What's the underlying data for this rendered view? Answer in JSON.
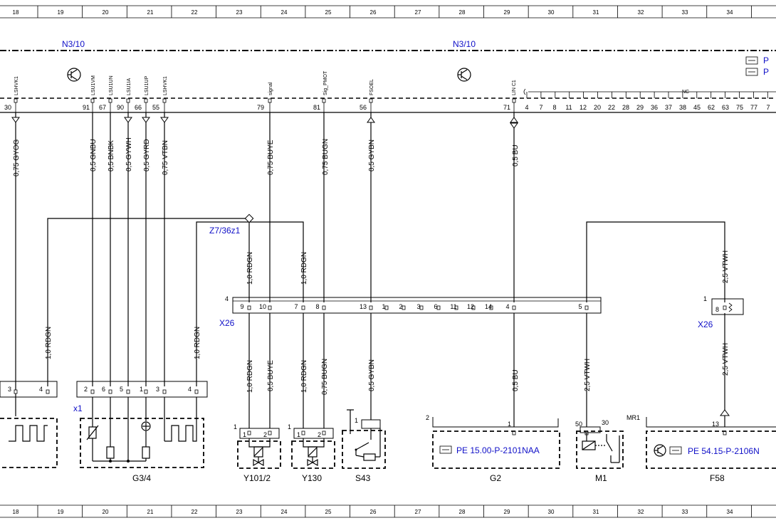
{
  "grid_columns": [
    "18",
    "19",
    "20",
    "21",
    "22",
    "23",
    "24",
    "25",
    "26",
    "27",
    "28",
    "29",
    "30",
    "31",
    "32",
    "33",
    "34"
  ],
  "ecu": {
    "left_label": "N3/10",
    "right_label": "N3/10",
    "refs": [
      "P",
      "P"
    ],
    "nc_label": "NC",
    "nc_pins": [
      "4",
      "7",
      "8",
      "11",
      "12",
      "20",
      "22",
      "28",
      "29",
      "36",
      "37",
      "38",
      "45",
      "62",
      "63",
      "75",
      "77",
      "7"
    ],
    "pins": [
      {
        "num": "30",
        "signal": "LSHVK1",
        "wire": "0,75 GYOG"
      },
      {
        "num": "91",
        "signal": "LSU1VM",
        "wire": "0,5 GNBU"
      },
      {
        "num": "67",
        "signal": "LSU1UN",
        "wire": "0,5 BNBK"
      },
      {
        "num": "90",
        "signal": "LSU1IA",
        "wire": "0,5 GYWH"
      },
      {
        "num": "66",
        "signal": "LSU1UP",
        "wire": "0,5 GYRD"
      },
      {
        "num": "55",
        "signal": "LSHVK1",
        "wire": "0,75 VTBN"
      },
      {
        "num": "79",
        "signal": "signal",
        "wire": "0,75 BUYE"
      },
      {
        "num": "81",
        "signal": "Sig_PMOT",
        "wire": "0,75 BUGN"
      },
      {
        "num": "56",
        "signal": "FSOEL",
        "wire": "0,5 GYBN"
      },
      {
        "num": "71",
        "signal": "LIN C1",
        "wire": "0,5 BU"
      }
    ]
  },
  "splice": {
    "label": "Z7/36z1",
    "wire_a": "1,0 RDGN",
    "wire_b": "1,0 RDGN"
  },
  "connector_x26_main": {
    "label": "X26",
    "corner": "4",
    "pins": [
      "9",
      "10",
      "7",
      "8",
      "13",
      "1",
      "2",
      "3",
      "6",
      "11",
      "12",
      "14",
      "4",
      "5"
    ]
  },
  "connector_x26_right": {
    "label": "X26",
    "corner": "1",
    "pin": "8",
    "wire_top": "2,5 VTWH",
    "wire_bottom": "2,5 VTWH"
  },
  "lower_wires": {
    "left_rdgn_a": "1,0 RDGN",
    "left_rdgn_b": "1,0 RDGN",
    "y101_a": "1,0 RDGN",
    "y101_b": "0,5 BUYE",
    "y130_a": "1,0 RDGN",
    "y130_b": "0,75 BUGN",
    "s43": "0,5 GYBN",
    "g2": "0,5 BU",
    "m1": "2,5 VTWH"
  },
  "g34": {
    "label": "G3/4",
    "conn": "x1",
    "pins": [
      "2",
      "6",
      "5",
      "1",
      "3",
      "4"
    ]
  },
  "left_conn_pins": [
    "3",
    "4"
  ],
  "components": {
    "y101": {
      "label": "Y101/2",
      "corner": "1",
      "pins": [
        "1",
        "2"
      ]
    },
    "y130": {
      "label": "Y130",
      "corner": "1",
      "pins": [
        "1",
        "2"
      ]
    },
    "s43": {
      "label": "S43",
      "corner": "1"
    },
    "g2": {
      "label": "G2",
      "corner": "2",
      "pin": "1",
      "ref": "PE 15.00-P-2101NAA"
    },
    "m1": {
      "label": "M1",
      "corner": "50",
      "pin": "30"
    },
    "f58": {
      "label": "F58",
      "corner": "MR1",
      "pin": "13",
      "ref": "PE 54.15-P-2106N"
    }
  }
}
